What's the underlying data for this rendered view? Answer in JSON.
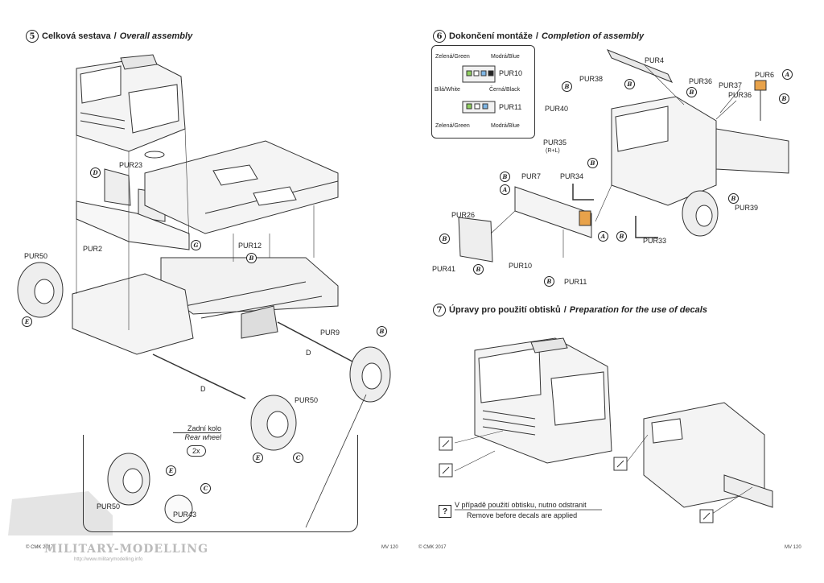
{
  "section5": {
    "num": "5",
    "title_cz": "Celková sestava",
    "title_en": "Overall assembly"
  },
  "section6": {
    "num": "6",
    "title_cz": "Dokončení montáže",
    "title_en": "Completion  of assembly"
  },
  "section7": {
    "num": "7",
    "title_cz": "Úpravy pro použití obtisků",
    "title_en": "Preparation for the use of decals"
  },
  "left_labels": {
    "pur23": "PUR23",
    "pur2": "PUR2",
    "pur12": "PUR12",
    "pur50a": "PUR50",
    "pur9": "PUR9",
    "d1": "D",
    "d2": "D",
    "pur50b": "PUR50",
    "pur50c": "PUR50",
    "pur43": "PUR43"
  },
  "glue_marks": {
    "d": "D",
    "g": "G",
    "b": "B",
    "e": "E",
    "c": "C",
    "a": "A"
  },
  "rear_wheel": {
    "cz": "Zadní kolo",
    "en": "Rear wheel",
    "qty": "2x"
  },
  "legend": {
    "zelena_green": "Zelená/Green",
    "modra_blue": "Modrá/Blue",
    "pur10": "PUR10",
    "bila_white": "Bílá/White",
    "cerna_black": "Černá/Black",
    "pur11": "PUR11",
    "zelena_green2": "Zelená/Green",
    "modra_blue2": "Modrá/Blue"
  },
  "right_labels": {
    "pur4": "PUR4",
    "pur38": "PUR38",
    "pur36a": "PUR36",
    "pur37": "PUR37",
    "pur6": "PUR6",
    "pur36b": "PUR36",
    "pur40": "PUR40",
    "pur35": "PUR35",
    "rl": "(R+L)",
    "pur7": "PUR7",
    "pur34": "PUR34",
    "pur26": "PUR26",
    "pur39": "PUR39",
    "pur33": "PUR33",
    "pur41": "PUR41",
    "pur10": "PUR10",
    "pur11": "PUR11"
  },
  "note": {
    "icon": "?",
    "cz": "V případě použití obtisku, nutno odstranit",
    "en": "Remove before decals are applied"
  },
  "footer": {
    "left_copy": "© CMK 2017",
    "left_page": "MV 120",
    "right_copy": "© CMK 2017",
    "right_page": "MV 120",
    "watermark": "MILITARY-MODELLING",
    "watermark_url": "http://www.militarymodelling.info"
  }
}
